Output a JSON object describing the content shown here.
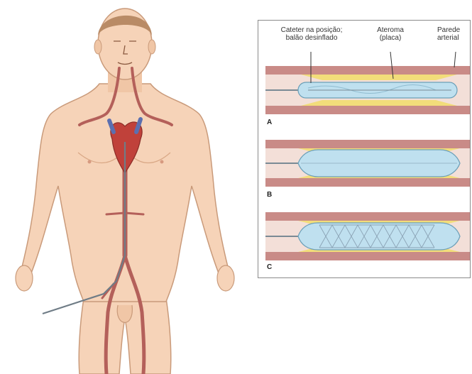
{
  "labels": {
    "catheter_line1": "Cateter na posição;",
    "catheter_line2": "balão desinflado",
    "atheroma_line1": "Ateroma",
    "atheroma_line2": "(placa)",
    "wall_line1": "Parede",
    "wall_line2": "arterial"
  },
  "panels": [
    {
      "letter": "A"
    },
    {
      "letter": "B"
    },
    {
      "letter": "C"
    }
  ],
  "colors": {
    "skin": "#f6d3b8",
    "skin_shadow": "#e8b995",
    "hair": "#b98b66",
    "artery": "#b4605a",
    "vessel_wall": "#c98b87",
    "plaque": "#f2dd7a",
    "balloon": "#bfe0ef",
    "heart_red": "#c0413a",
    "heart_blue": "#5b6fb0"
  }
}
